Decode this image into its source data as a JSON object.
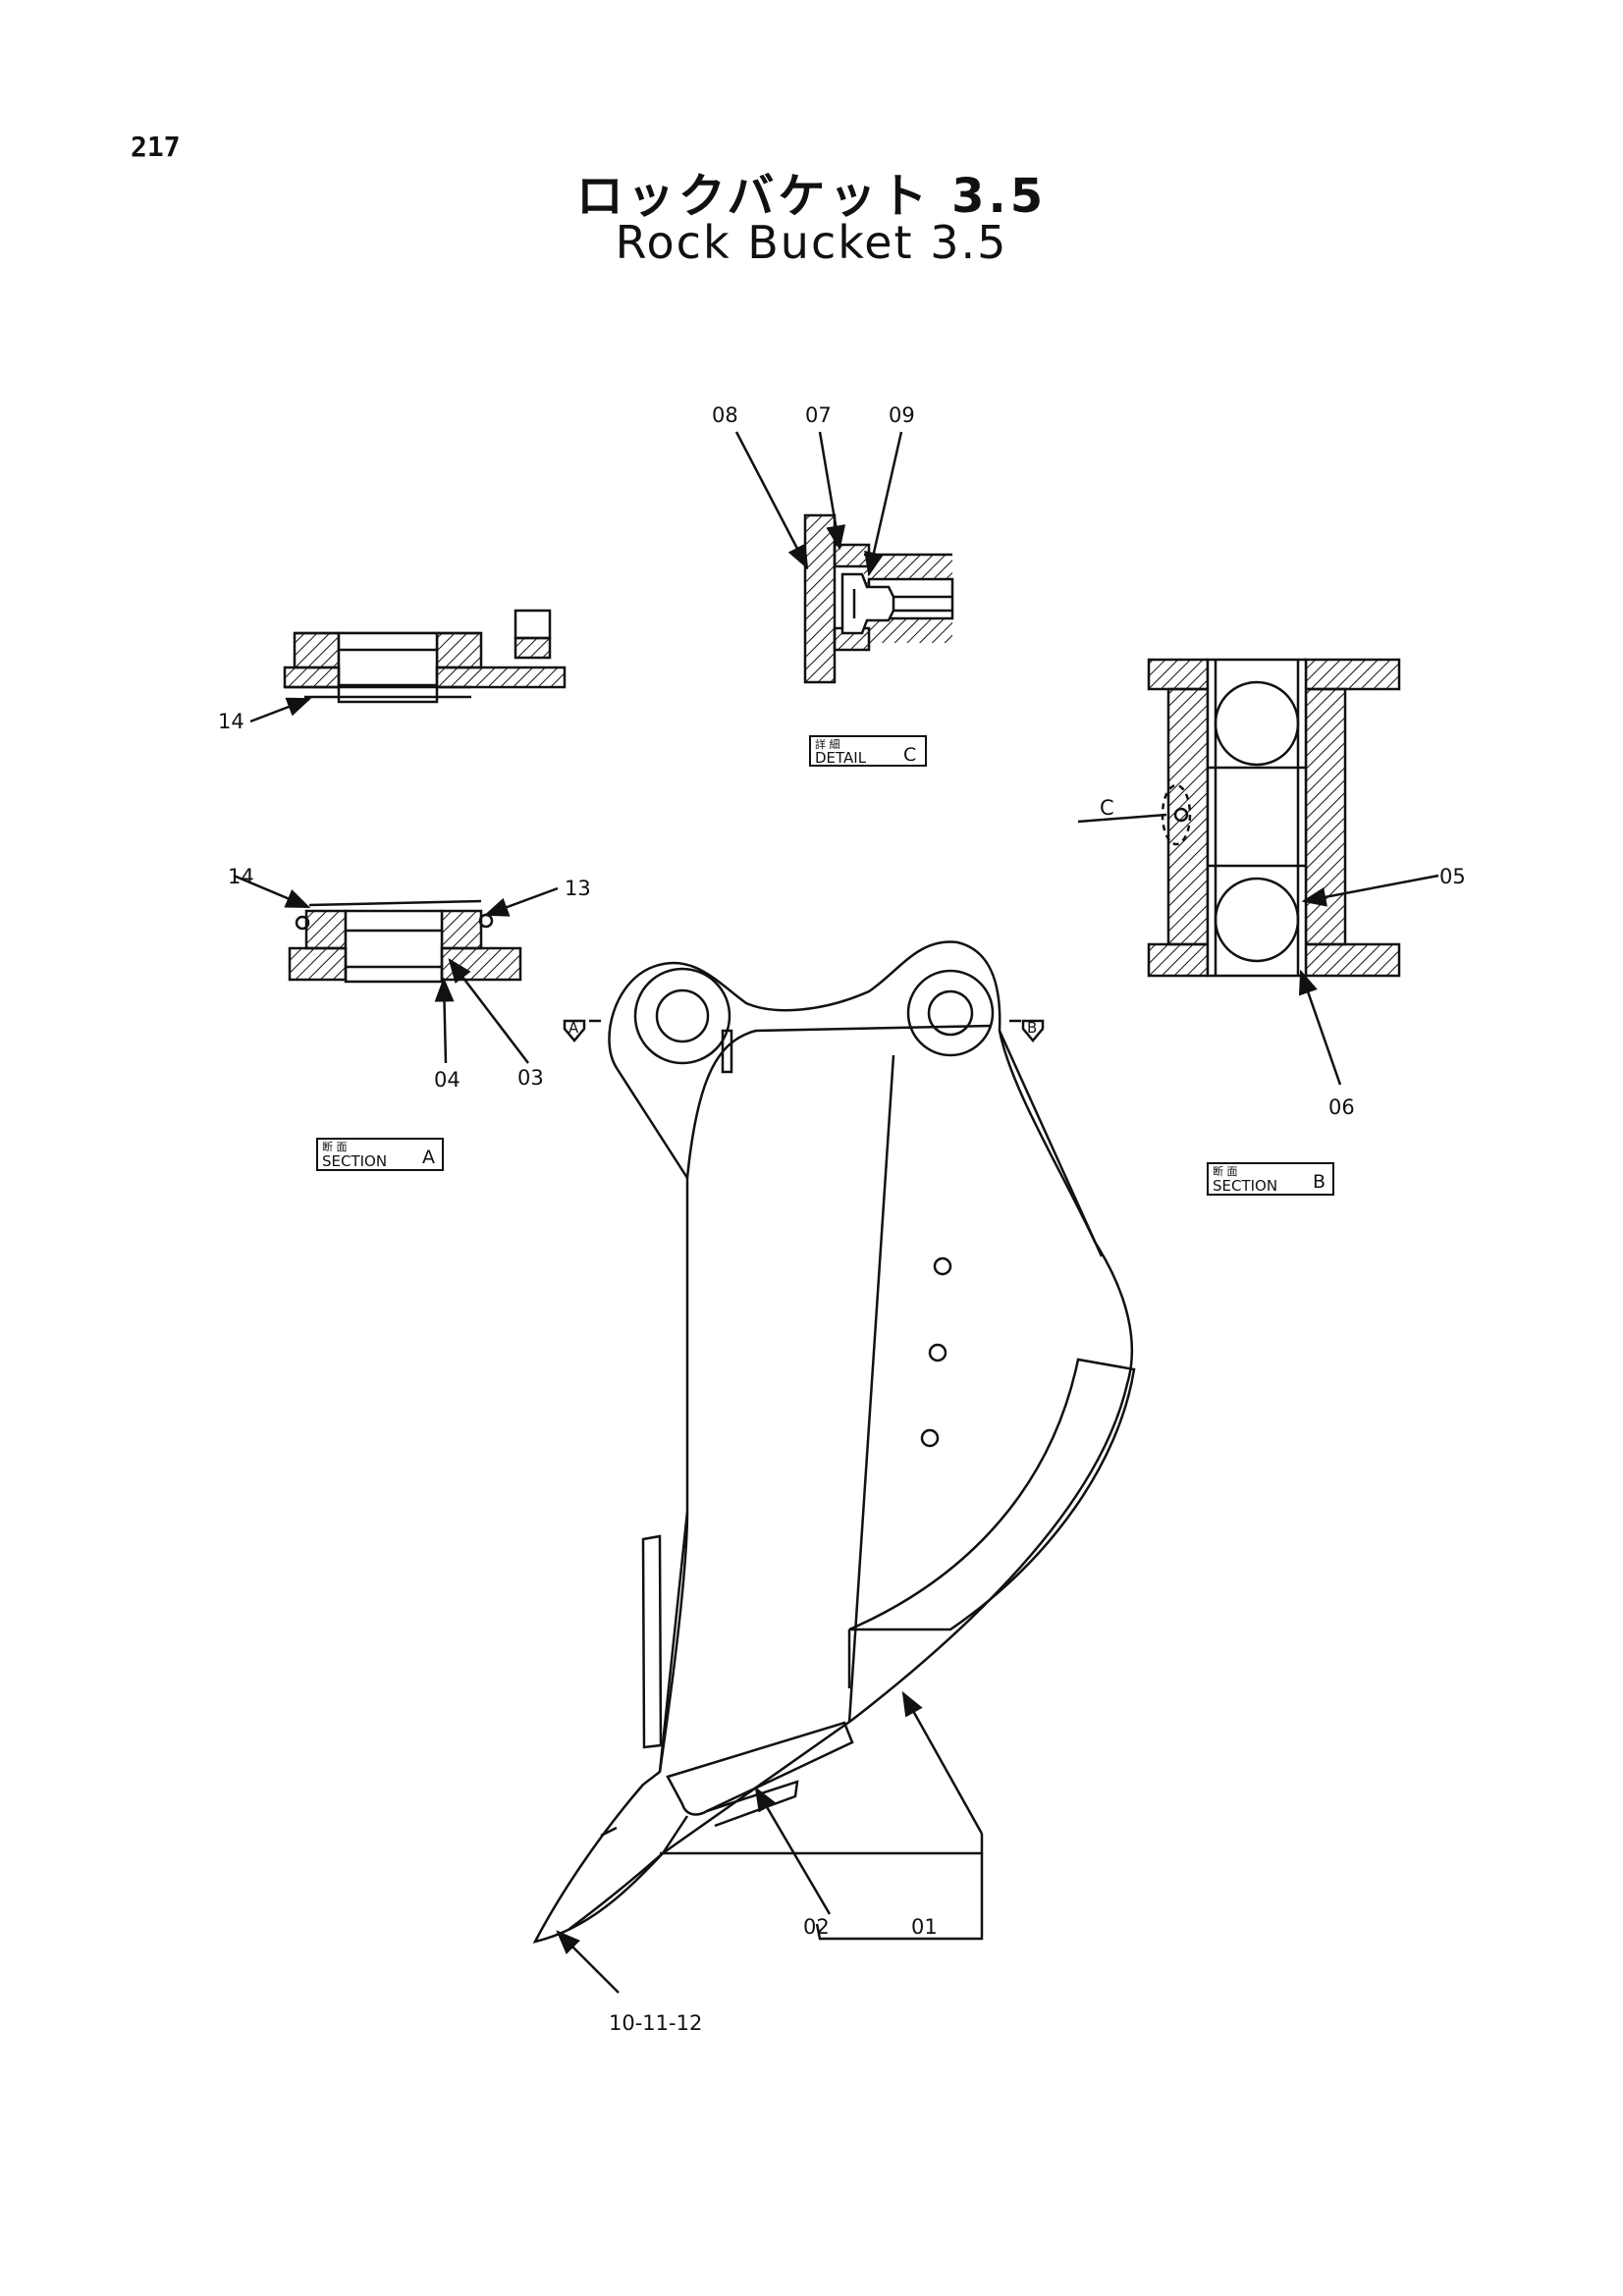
{
  "page": {
    "number": "217"
  },
  "title": {
    "japanese": "ロックバケット 3.5",
    "english": "Rock Bucket 3.5"
  },
  "part_labels": {
    "p01": "01",
    "p02": "02",
    "p03": "03",
    "p04": "04",
    "p05": "05",
    "p06": "06",
    "p07": "07",
    "p08": "08",
    "p09": "09",
    "p13": "13",
    "p14a": "14",
    "p14b": "14",
    "p10_11_12": "10-11-12",
    "detail_ref": "C"
  },
  "view_tags": {
    "detail_c": {
      "kanji": "詳 細",
      "name": "DETAIL",
      "letter": "C"
    },
    "section_a": {
      "kanji": "断 面",
      "name": "SECTION",
      "letter": "A"
    },
    "section_b": {
      "kanji": "断 面",
      "name": "SECTION",
      "letter": "B"
    }
  },
  "view_arrows": {
    "a": "A",
    "b": "B"
  }
}
